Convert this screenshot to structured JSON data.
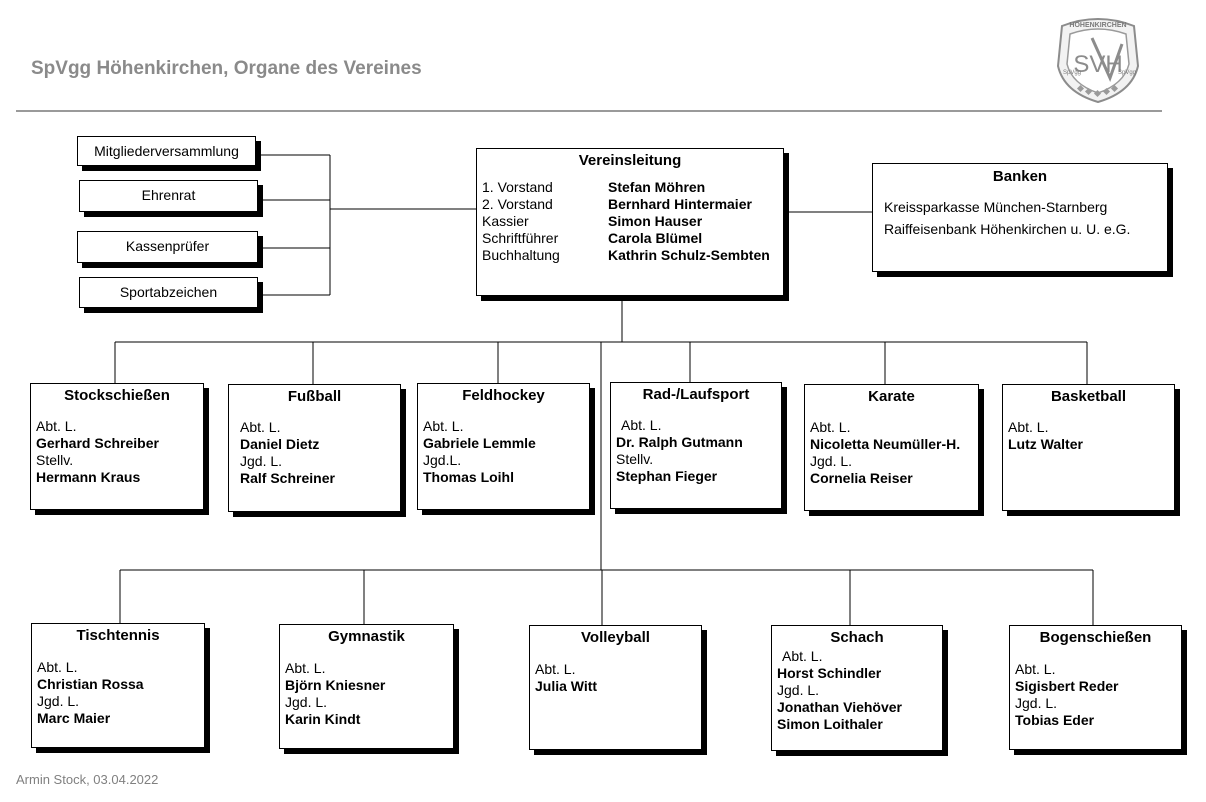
{
  "title": "SpVgg Höhenkirchen, Organe des Vereines",
  "footer": "Armin Stock, 03.04.2022",
  "logo": {
    "top_text": "HÖHENKIRCHEN",
    "monogram": "SVH",
    "left_text": "SpVgg",
    "right_text": "SpVgg"
  },
  "left_boxes": [
    "Mitgliederversammlung",
    "Ehrenrat",
    "Kassenprüfer",
    "Sportabzeichen"
  ],
  "vereinsleitung": {
    "title": "Vereinsleitung",
    "rows": [
      {
        "role": "1. Vorstand",
        "name": "Stefan Möhren"
      },
      {
        "role": "2. Vorstand",
        "name": "Bernhard Hintermaier"
      },
      {
        "role": "Kassier",
        "name": "Simon Hauser"
      },
      {
        "role": "Schriftführer",
        "name": "Carola Blümel"
      },
      {
        "role": "Buchhaltung",
        "name": "Kathrin Schulz-Sembten"
      }
    ]
  },
  "banken": {
    "title": "Banken",
    "lines": [
      "Kreissparkasse München-Starnberg",
      "Raiffeisenbank Höhenkirchen u. U. e.G."
    ]
  },
  "departments_row1": [
    {
      "title": "Stockschießen",
      "lines": [
        {
          "text": "Abt. L.",
          "bold": false
        },
        {
          "text": "Gerhard Schreiber",
          "bold": true
        },
        {
          "text": "Stellv.",
          "bold": false
        },
        {
          "text": "Hermann Kraus",
          "bold": true
        }
      ]
    },
    {
      "title": "Fußball",
      "lines": [
        {
          "text": "Abt. L.",
          "bold": false
        },
        {
          "text": "Daniel Dietz",
          "bold": true
        },
        {
          "text": "Jgd. L.",
          "bold": false
        },
        {
          "text": "Ralf Schreiner",
          "bold": true
        }
      ]
    },
    {
      "title": "Feldhockey",
      "lines": [
        {
          "text": "Abt. L.",
          "bold": false
        },
        {
          "text": "Gabriele Lemmle",
          "bold": true
        },
        {
          "text": "Jgd.L.",
          "bold": false
        },
        {
          "text": "Thomas Loihl",
          "bold": true
        }
      ]
    },
    {
      "title": "Rad-/Laufsport",
      "lines": [
        {
          "text": "Abt. L.",
          "bold": false
        },
        {
          "text": "Dr. Ralph Gutmann",
          "bold": true
        },
        {
          "text": "Stellv.",
          "bold": false
        },
        {
          "text": "Stephan Fieger",
          "bold": true
        }
      ]
    },
    {
      "title": "Karate",
      "lines": [
        {
          "text": "Abt. L.",
          "bold": false
        },
        {
          "text": "Nicoletta Neumüller-H.",
          "bold": true
        },
        {
          "text": "Jgd. L.",
          "bold": false
        },
        {
          "text": "Cornelia Reiser",
          "bold": true
        }
      ]
    },
    {
      "title": "Basketball",
      "lines": [
        {
          "text": "Abt. L.",
          "bold": false
        },
        {
          "text": "Lutz Walter",
          "bold": true
        }
      ]
    }
  ],
  "departments_row2": [
    {
      "title": "Tischtennis",
      "lines": [
        {
          "text": "Abt. L.",
          "bold": false
        },
        {
          "text": "Christian Rossa",
          "bold": true
        },
        {
          "text": "Jgd. L.",
          "bold": false
        },
        {
          "text": "Marc Maier",
          "bold": true
        }
      ]
    },
    {
      "title": "Gymnastik",
      "lines": [
        {
          "text": "Abt. L.",
          "bold": false
        },
        {
          "text": "Björn Kniesner",
          "bold": true
        },
        {
          "text": "Jgd. L.",
          "bold": false
        },
        {
          "text": "Karin Kindt",
          "bold": true
        }
      ]
    },
    {
      "title": "Volleyball",
      "lines": [
        {
          "text": "Abt. L.",
          "bold": false
        },
        {
          "text": "Julia Witt",
          "bold": true
        }
      ]
    },
    {
      "title": "Schach",
      "lines": [
        {
          "text": "Abt. L.",
          "bold": false
        },
        {
          "text": "Horst Schindler",
          "bold": true
        },
        {
          "text": "Jgd. L.",
          "bold": false
        },
        {
          "text": "Jonathan Viehöver",
          "bold": true
        },
        {
          "text": "Simon Loithaler",
          "bold": true
        }
      ]
    },
    {
      "title": "Bogenschießen",
      "lines": [
        {
          "text": "Abt. L.",
          "bold": false
        },
        {
          "text": "Sigisbert Reder",
          "bold": true
        },
        {
          "text": "Jgd. L.",
          "bold": false
        },
        {
          "text": "Tobias Eder",
          "bold": true
        }
      ]
    }
  ]
}
